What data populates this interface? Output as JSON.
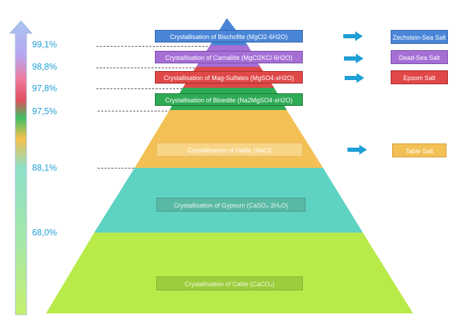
{
  "scale": {
    "levels": [
      {
        "label": "99,1%"
      },
      {
        "label": "98,8%"
      },
      {
        "label": "97,8%"
      },
      {
        "label": "97,5%"
      },
      {
        "label": "88,1%"
      },
      {
        "label": "68,0%"
      }
    ]
  },
  "layers": [
    {
      "name": "Crystallisation of Bischofite (MgCl2·6H2O)",
      "color": "#4a86d8",
      "border": "#2f5fa8"
    },
    {
      "name": "Crystallisation of Carnallite (MgCl2KCl·6H2O)",
      "color": "#a56fd6",
      "border": "#7b4aa8"
    },
    {
      "name": "Crystallisation of Mag-Sulfates (MgSO4·xH2O)",
      "color": "#e04848",
      "border": "#a52b2b"
    },
    {
      "name": "Crystallisation of Bloedite (Na2MgSO4·xH2O)",
      "color": "#2faa55",
      "border": "#1d7a3a"
    },
    {
      "name": "Crystallisation of Halite (NaCl)",
      "color": "#f3c055",
      "border": "#d9a23c"
    },
    {
      "name": "Crystallisation of Gypsum (CaSO₄·2H₂O)",
      "color": "#5ed3c2",
      "border": "#3fa898"
    },
    {
      "name": "Crystallisation of Calite (CaCO₃)",
      "color": "#b8ea4a",
      "border": "#8fc02c"
    }
  ],
  "salts": [
    {
      "name": "Zechstein-Sea Salt",
      "color": "#4a86d8",
      "text_color": "#ffffff"
    },
    {
      "name": "Dead-Sea Salt",
      "color": "#a56fd6",
      "text_color": "#ffffff"
    },
    {
      "name": "Epsom Salt",
      "color": "#e04848",
      "text_color": "#ffffff"
    },
    {
      "name": "Table Salt",
      "color": "#f3c055",
      "text_color": "#ffffff"
    }
  ],
  "colors": {
    "percent_text": "#1f9fd6",
    "arrow": "#1f9fd6"
  }
}
